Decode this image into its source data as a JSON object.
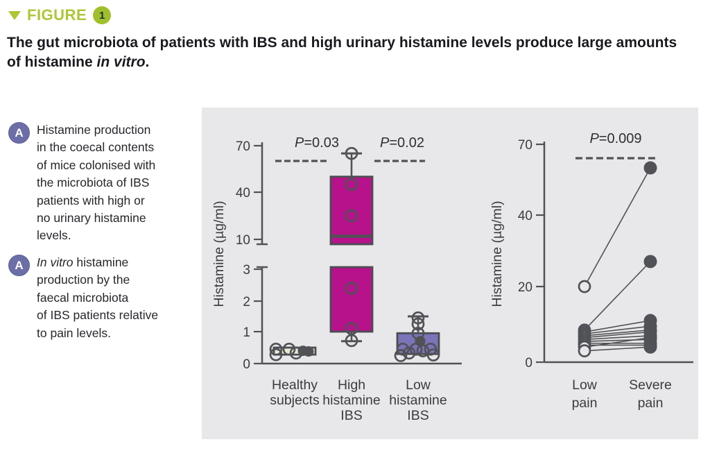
{
  "header": {
    "figure_label": "FIGURE",
    "figure_number": "1"
  },
  "title": {
    "text": "The gut microbiota of patients with IBS and high urinary histamine levels produce large amounts of histamine ",
    "italic": "in vitro",
    "suffix": "."
  },
  "annotations": [
    {
      "badge": "A",
      "italic_lead": "",
      "text": "Histamine production\nin the coecal contents\nof mice colonised with\nthe microbiota of IBS\npatients with high or\nno urinary histamine\nlevels."
    },
    {
      "badge": "A",
      "italic_lead": "In vitro",
      "text": " histamine\nproduction by the\nfaecal microbiota\nof IBS patients relative\nto pain levels."
    }
  ],
  "colors": {
    "accent_green": "#aec637",
    "badge_green": "#9fc02c",
    "badge_purple": "#6c6ea7",
    "panel_bg": "#e8e7e9",
    "ink": "#515257",
    "tick_ink": "#3b3c41",
    "magenta_box": "#b7128c",
    "purple_box": "#7b74b9",
    "pale_green_box": "#e3ebd1"
  },
  "chart_data": [
    {
      "type": "box",
      "ylabel": "Histamine (µg/ml)",
      "axis_break": true,
      "upper_ticks": [
        70,
        40,
        10
      ],
      "lower_ticks": [
        3,
        2,
        1,
        0
      ],
      "upper_range": [
        10,
        70
      ],
      "lower_range": [
        0,
        3
      ],
      "categories": [
        "Healthy\nsubjects",
        "High\nhistamine\nIBS",
        "Low\nhistamine\nIBS"
      ],
      "comparisons": [
        {
          "label": "P=0.03",
          "between": [
            0,
            1
          ]
        },
        {
          "label": "P=0.02",
          "between": [
            1,
            2
          ]
        }
      ],
      "boxes": [
        {
          "category": "Healthy subjects",
          "fill": "#e3ebd1",
          "q1": 0.28,
          "q3": 0.5,
          "points": [
            {
              "v": 0.45,
              "dx": -27
            },
            {
              "v": 0.28,
              "dx": -27
            },
            {
              "v": 0.45,
              "dx": -8
            },
            {
              "v": 0.33,
              "dx": 2
            },
            {
              "v": 0.4,
              "dx": 12,
              "filled": true
            },
            {
              "v": 0.38,
              "dx": 20,
              "filled": true
            }
          ]
        },
        {
          "category": "High histamine IBS",
          "fill": "#b7128c",
          "q1": 1.0,
          "q3": 50,
          "median": 12,
          "whisker_high": 65,
          "whisker_low": 0.7,
          "points": [
            {
              "v": 65
            },
            {
              "v": 45
            },
            {
              "v": 25
            },
            {
              "v": 2.4
            },
            {
              "v": 1.1
            },
            {
              "v": 0.72
            }
          ]
        },
        {
          "category": "Low histamine IBS",
          "fill": "#7b74b9",
          "q1": 0.3,
          "q3": 0.95,
          "whisker_high": 1.5,
          "points": [
            {
              "v": 1.45
            },
            {
              "v": 1.25
            },
            {
              "v": 0.95
            },
            {
              "v": 0.7,
              "dx": 3,
              "filled": true
            },
            {
              "v": 0.45,
              "dx": -22
            },
            {
              "v": 0.33,
              "dx": -13
            },
            {
              "v": 0.45,
              "dx": -3
            },
            {
              "v": 0.4,
              "dx": 7
            },
            {
              "v": 0.45,
              "dx": 18
            },
            {
              "v": 0.25,
              "dx": -25
            },
            {
              "v": 0.27,
              "dx": 22
            }
          ]
        }
      ]
    },
    {
      "type": "paired-scatter",
      "ylabel": "Histamine (µg/ml)",
      "yticks": [
        70,
        40,
        20,
        0
      ],
      "categories": [
        "Low\npain",
        "Severe\npain"
      ],
      "p_label": "P=0.009",
      "pairs": [
        [
          20,
          60
        ],
        [
          8.5,
          27
        ],
        [
          8,
          11
        ],
        [
          7.5,
          9.5
        ],
        [
          7,
          8.5
        ],
        [
          6.5,
          8
        ],
        [
          6,
          7
        ],
        [
          5.5,
          6
        ],
        [
          5,
          5
        ],
        [
          4.5,
          4.5
        ],
        [
          4,
          6.5
        ],
        [
          3,
          4
        ]
      ]
    }
  ]
}
